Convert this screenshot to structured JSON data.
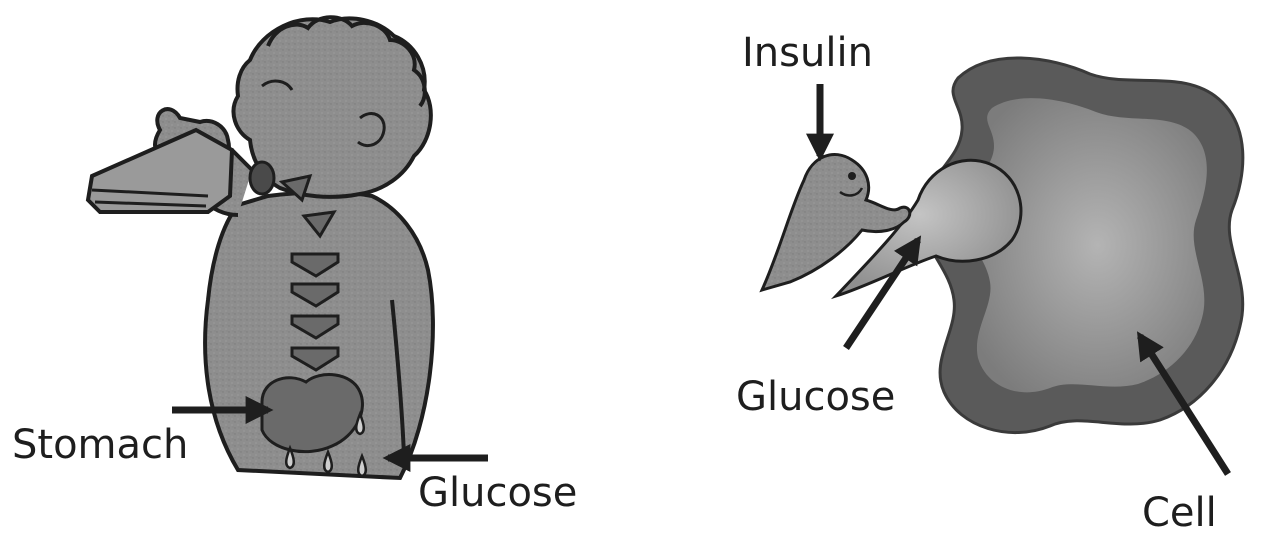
{
  "left_panel": {
    "labels": {
      "stomach": "Stomach",
      "glucose": "Glucose"
    }
  },
  "right_panel": {
    "labels": {
      "insulin": "Insulin",
      "glucose": "Glucose",
      "cell": "Cell"
    }
  },
  "colors": {
    "ink": "#1e1e1e",
    "body_fill": "#8e8e8e",
    "cell_outer": "#5a5a5a",
    "cell_inner": "#8a8a8a",
    "glucose_fill": "#a8a8a8",
    "bread_fill": "#9a9a9a"
  }
}
